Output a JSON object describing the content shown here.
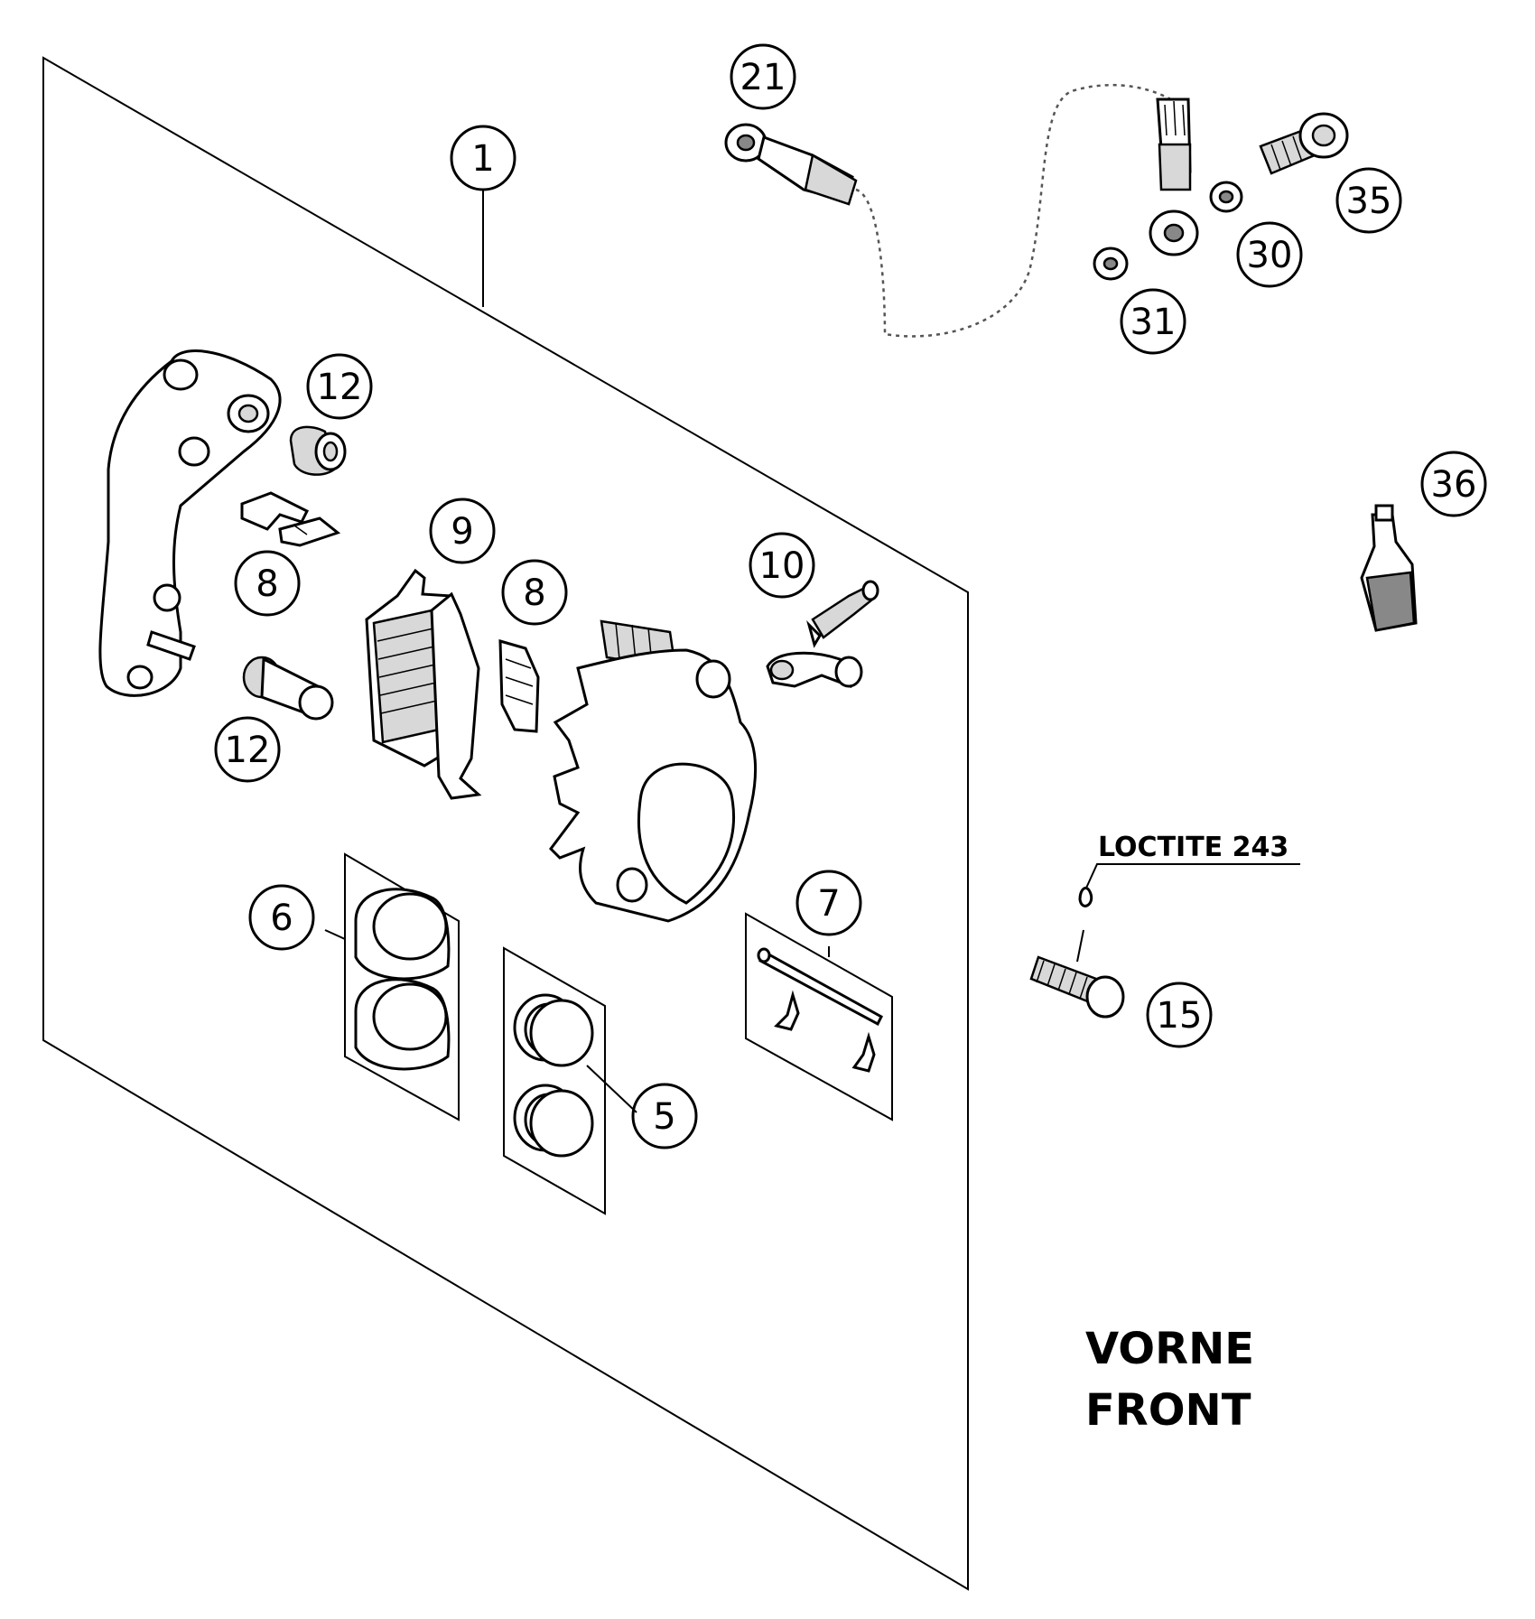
{
  "callouts": [
    {
      "id": "c1",
      "label": "1"
    },
    {
      "id": "c21",
      "label": "21"
    },
    {
      "id": "c35",
      "label": "35"
    },
    {
      "id": "c30",
      "label": "30"
    },
    {
      "id": "c31",
      "label": "31"
    },
    {
      "id": "c12a",
      "label": "12"
    },
    {
      "id": "c9",
      "label": "9"
    },
    {
      "id": "c8a",
      "label": "8"
    },
    {
      "id": "c8b",
      "label": "8"
    },
    {
      "id": "c10",
      "label": "10"
    },
    {
      "id": "c12b",
      "label": "12"
    },
    {
      "id": "c36",
      "label": "36"
    },
    {
      "id": "c6",
      "label": "6"
    },
    {
      "id": "c7",
      "label": "7"
    },
    {
      "id": "c5",
      "label": "5"
    },
    {
      "id": "c15",
      "label": "15"
    }
  ],
  "note": {
    "text": "LOCTITE 243"
  },
  "title": {
    "line1": "VORNE",
    "line2": "FRONT"
  }
}
